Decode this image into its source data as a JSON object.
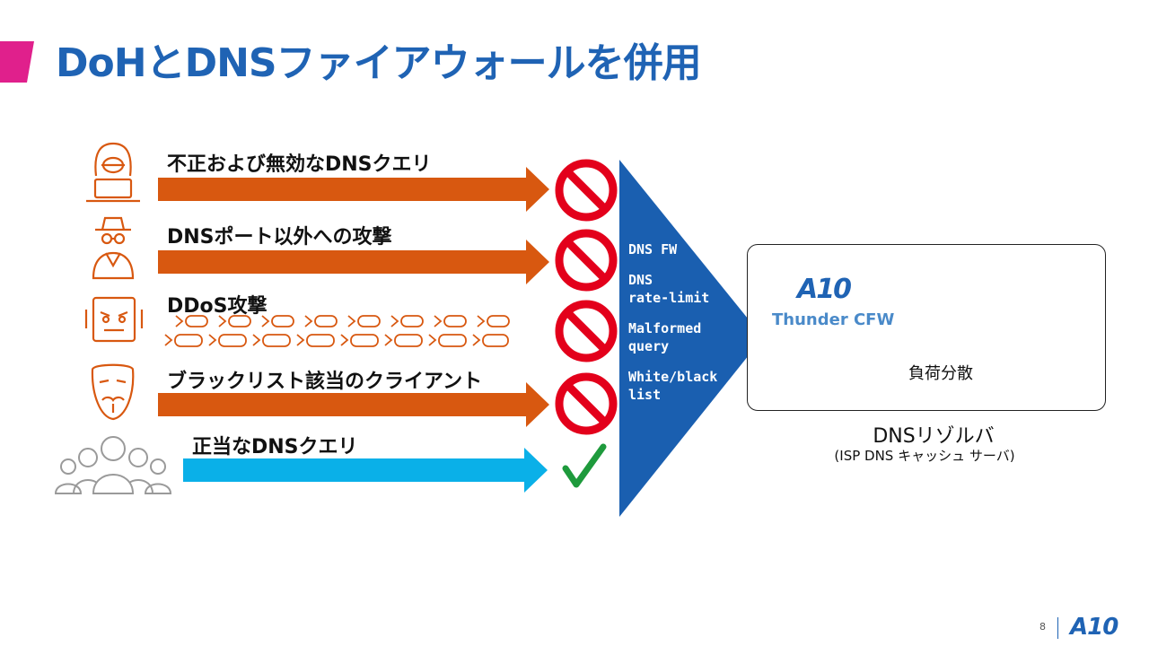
{
  "title": "DoHとDNSファイアウォールを併用",
  "flows": [
    {
      "label": "不正および無効なDNSクエリ",
      "status": "blocked",
      "arrow_color": "#d85810",
      "actor_icon": "hacker-laptop-icon"
    },
    {
      "label": "DNSポート以外への攻撃",
      "status": "blocked",
      "arrow_color": "#d85810",
      "actor_icon": "spy-hat-icon"
    },
    {
      "label": "DDoS攻撃",
      "status": "blocked",
      "arrow_color": "#d85810",
      "actor_icon": "robot-face-icon"
    },
    {
      "label": "ブラックリスト該当のクライアント",
      "status": "blocked",
      "arrow_color": "#d85810",
      "actor_icon": "anonymous-mask-icon"
    },
    {
      "label": "正当なDNSクエリ",
      "status": "allowed",
      "arrow_color": "#0ab0e8",
      "actor_icon": "user-group-icon"
    }
  ],
  "firewall": {
    "color": "#1a5fb0",
    "functions": [
      "DNS FW",
      "DNS\nrate-limit",
      "Malformed\nquery",
      "White/black\nlist"
    ]
  },
  "resolver_box": {
    "brand": "A10",
    "product": "Thunder CFW",
    "device_badge": "A10",
    "load_balance_label": "負荷分散",
    "name": "DNSリゾルバ",
    "subtitle": "(ISP DNS キャッシュ サーバ)"
  },
  "footer": {
    "page_number": "8",
    "logo": "A10"
  },
  "colors": {
    "accent_pink": "#e0208c",
    "title_blue": "#1f63b4",
    "attack_orange": "#d85810",
    "allowed_cyan": "#0ab0e8",
    "block_red": "#e3001b",
    "check_green": "#1e9a3c"
  }
}
